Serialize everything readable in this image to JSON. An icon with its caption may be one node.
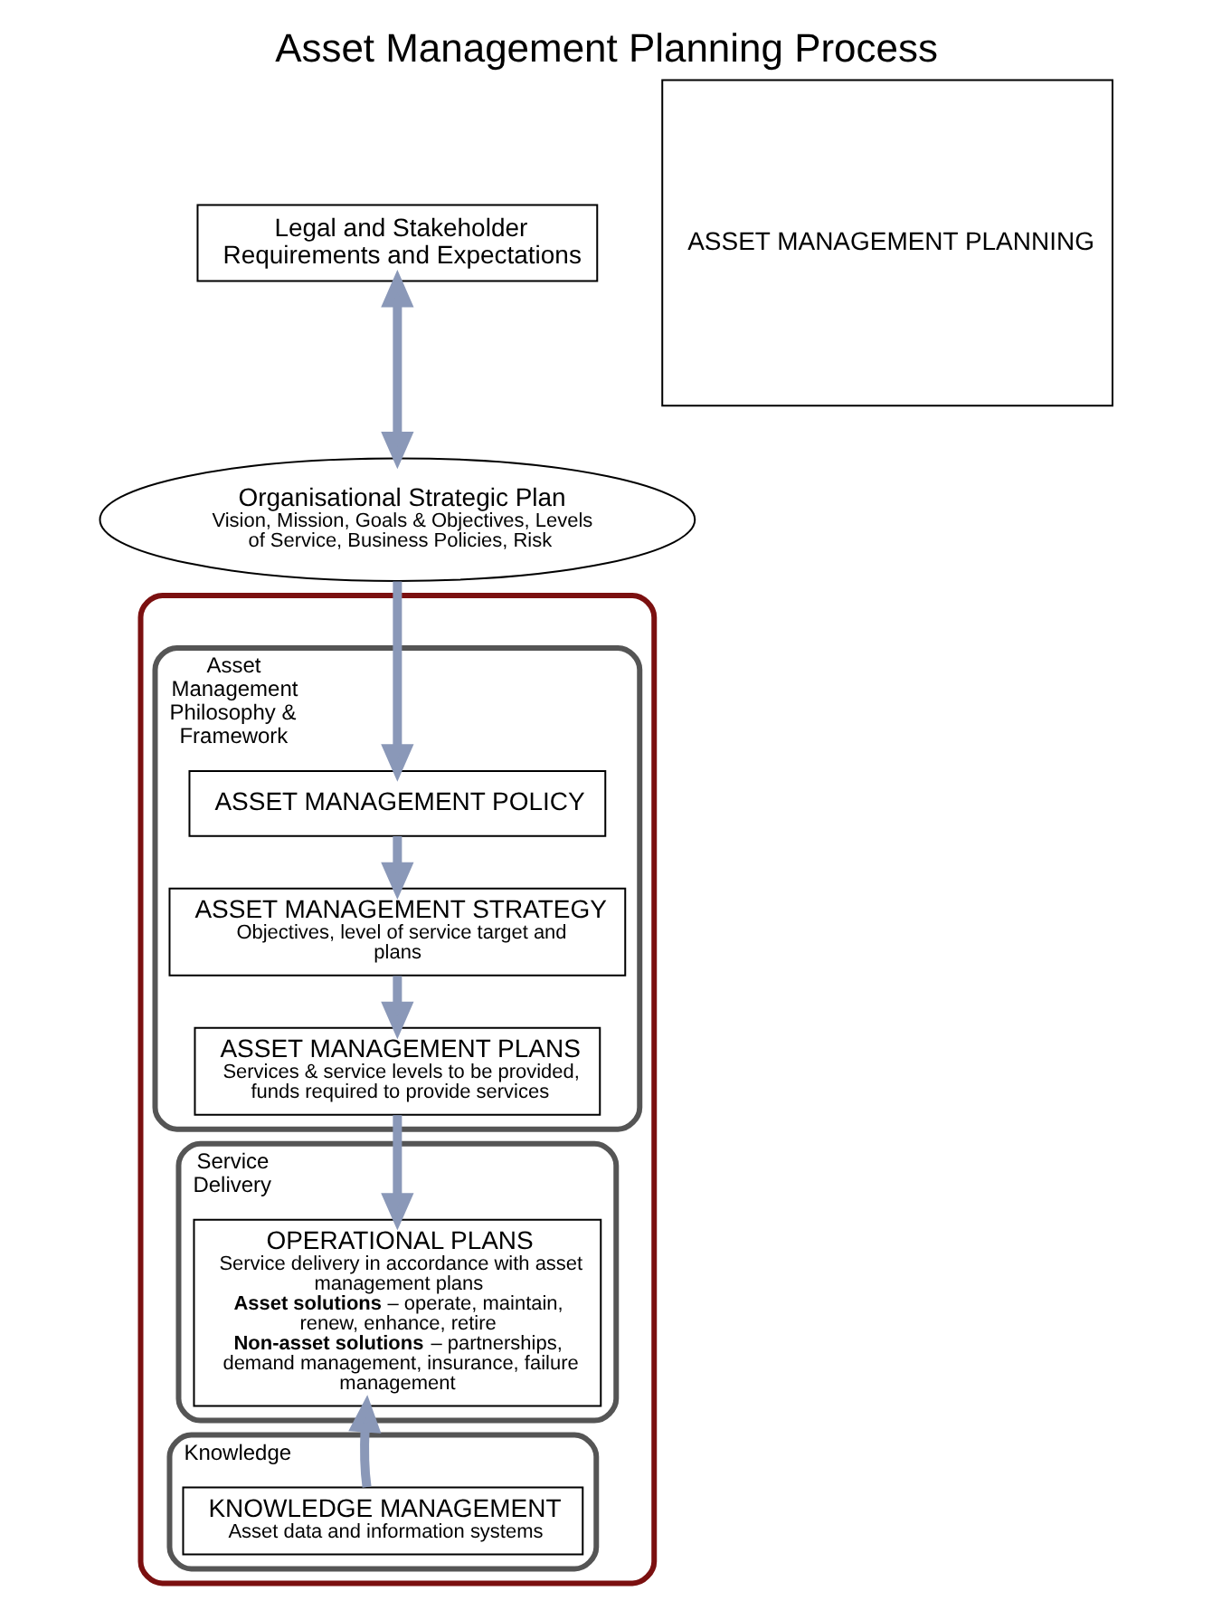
{
  "diagram": {
    "title": "Asset Management Planning Process",
    "nodes": [
      {
        "text": [
          "Legal and Stakeholder Requirements and Expectations"
        ]
      },
      {
        "text": [
          "Organisational Strategic Plan",
          "Vision, Mission, Goals & Objectives, Levels of Service, Business Policies, Risk"
        ]
      },
      {
        "text": [],
        "shape": "box"
      },
      {
        "text": [
          "Asset Management Philosophy & Framework"
        ],
        "in": 2
      },
      {
        "text": [
          "ASSET MANAGEMENT POLICY"
        ],
        "in": 3
      },
      {
        "text": [
          "ASSET MANAGEMENT STRATEGY",
          "Objectives, level of service target and plans"
        ],
        "in": 3
      },
      {
        "text": [
          "ASSET MANAGEMENT PLANS",
          "Services & service levels to be provided, funds required to provide services"
        ],
        "in": 3
      },
      {
        "text": [
          "Service Delivery"
        ],
        "in": 2
      },
      {
        "text": [
          "OPERATIONAL PLANS",
          "Service delivery in accordance with asset management plans",
          "**Asset solutions** – operate, maintain, renew, enhance, retire",
          "**Non-asset solutions** – partnerships, demand management, insurance, failure management"
        ],
        "in": 7
      },
      {
        "text": [
          "Knowledge"
        ],
        "in": 2
      },
      {
        "text": [
          "KNOWLEDGE MANAGEMENT",
          "Asset data and information systems"
        ],
        "in": 9
      },
      {
        "text": [
          "ASSET MANAGEMENT PLANNING"
        ]
      }
    ],
    "edges": [
      {
        "from": 0,
        "to": 1,
        "arrow": "both"
      },
      {
        "from": 1,
        "to": 4,
        "arrow": "to"
      },
      {
        "from": 4,
        "to": 5,
        "arrow": "to"
      },
      {
        "from": 5,
        "to": 6,
        "arrow": "to"
      },
      {
        "from": 6,
        "to": 8,
        "arrow": "to"
      },
      {
        "from": 10,
        "to": 8,
        "arrow": "to"
      }
    ]
  }
}
